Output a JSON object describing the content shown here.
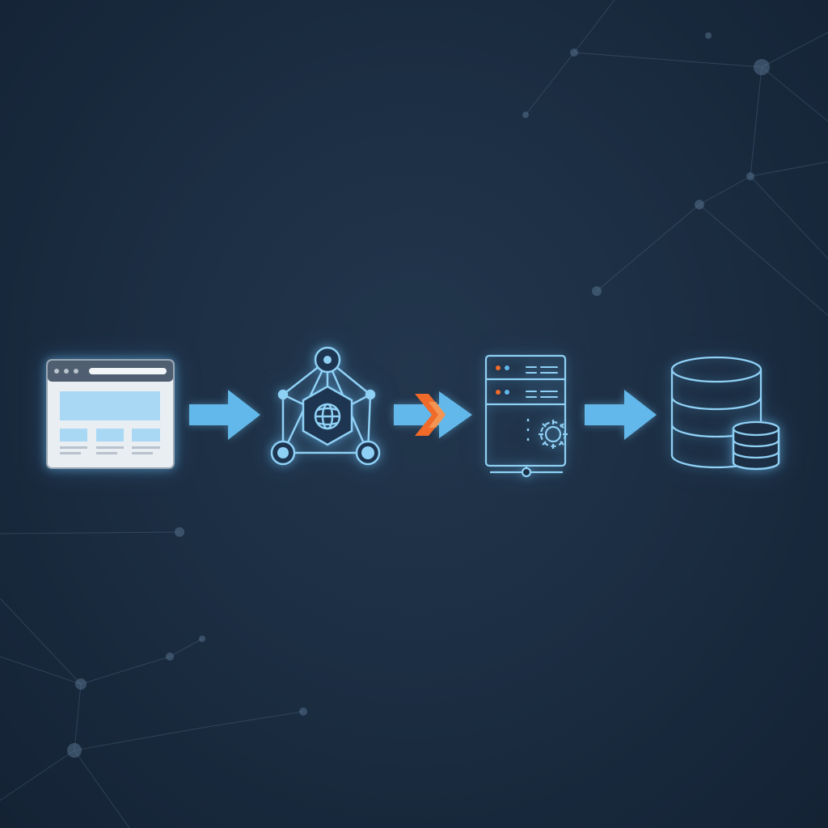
{
  "diagram": {
    "nodes": [
      {
        "id": "browser",
        "icon": "browser-window-icon"
      },
      {
        "id": "api-gateway",
        "icon": "network-hub-globe-icon"
      },
      {
        "id": "app-server",
        "icon": "server-gear-icon"
      },
      {
        "id": "database",
        "icon": "database-cylinders-icon"
      }
    ],
    "connectors": [
      {
        "from": "browser",
        "to": "api-gateway",
        "style": "arrow"
      },
      {
        "from": "api-gateway",
        "to": "app-server",
        "style": "arrow-with-double-chevron"
      },
      {
        "from": "app-server",
        "to": "database",
        "style": "arrow"
      }
    ]
  },
  "colors": {
    "background": "#1c2e43",
    "accent_blue": "#62b8ea",
    "line_blue": "#8fd0f5",
    "accent_orange": "#f06a2a",
    "browser_frame": "#e9eef3",
    "browser_panel": "#a9d8f5",
    "network_lines": "#5a7591"
  }
}
